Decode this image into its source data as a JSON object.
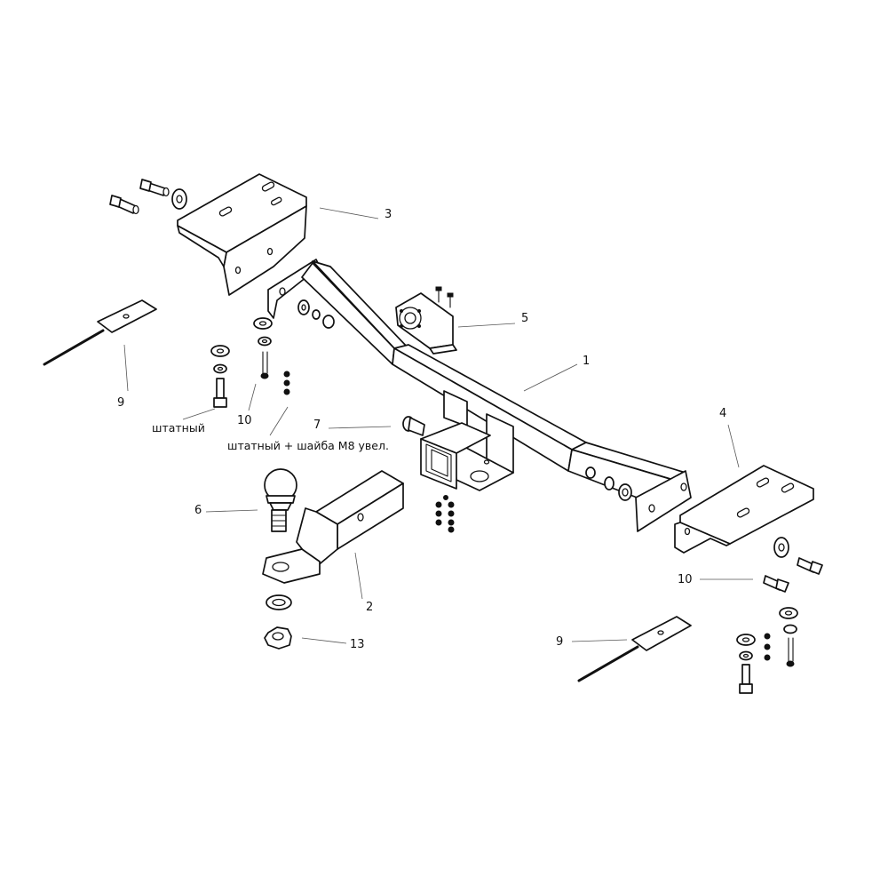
{
  "callouts": {
    "c1": "1",
    "c2": "2",
    "c3": "3",
    "c4": "4",
    "c5": "5",
    "c6": "6",
    "c7": "7",
    "c9_left": "9",
    "c9_right": "9",
    "c10_left": "10",
    "c10_right": "10",
    "c13": "13"
  },
  "notes": {
    "standard": "штатный",
    "standard_plus_washer": "штатный + шайба М8 увел."
  },
  "colors": {
    "line": "#111111",
    "leader": "#555555",
    "background": "#ffffff"
  }
}
